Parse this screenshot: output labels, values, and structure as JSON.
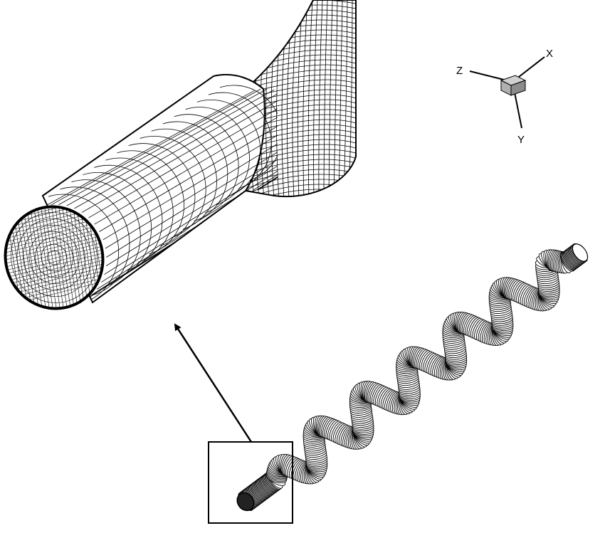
{
  "axes": {
    "x_label": "X",
    "y_label": "Y",
    "z_label": "Z"
  },
  "colors": {
    "line": "#000000",
    "mesh_fill": "#ffffff",
    "cube_front": "#b0b0b0",
    "cube_top": "#d0d0d0",
    "cube_side": "#8c8c8c"
  }
}
